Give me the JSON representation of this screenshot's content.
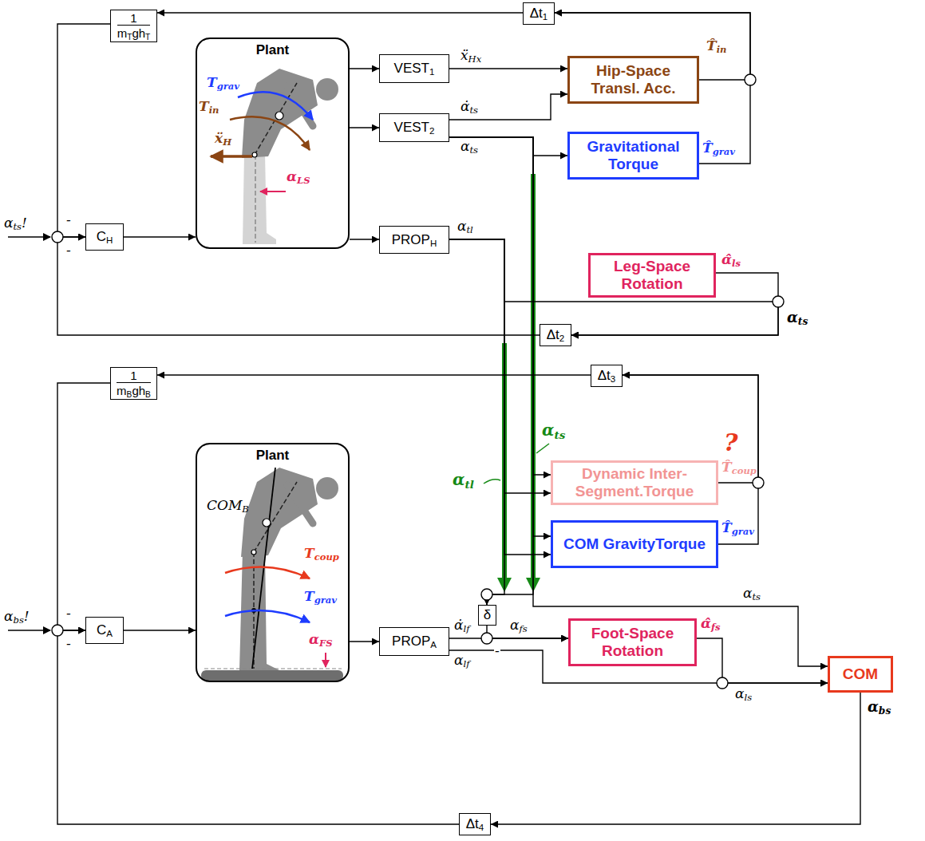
{
  "diagram": {
    "nodes": [
      {
        "text": [
          "1",
          "mTghT"
        ]
      },
      {
        "text": [
          "Δt1"
        ]
      },
      {
        "text": [
          "CH"
        ]
      },
      {
        "text": [
          "Plant"
        ]
      },
      {
        "text": [
          "VEST1"
        ]
      },
      {
        "text": [
          "VEST2"
        ]
      },
      {
        "text": [
          "PROPH"
        ]
      },
      {
        "text": [
          "Hip-Space Transl. Acc."
        ]
      },
      {
        "text": [
          "Gravitational Torque"
        ]
      },
      {
        "text": [
          "Leg-Space Rotation"
        ]
      },
      {
        "text": [
          "Δt2"
        ]
      },
      {
        "text": [
          "1",
          "mBghB"
        ]
      },
      {
        "text": [
          "Δt3"
        ]
      },
      {
        "text": [
          "Dynamic Inter-Segment.Torque"
        ]
      },
      {
        "text": [
          "COM GravityTorque"
        ]
      },
      {
        "text": [
          "δ"
        ]
      },
      {
        "text": [
          "CA"
        ]
      },
      {
        "text": [
          "Plant"
        ]
      },
      {
        "text": [
          "PROPA"
        ]
      },
      {
        "text": [
          "Foot-Space Rotation"
        ]
      },
      {
        "text": [
          "COM"
        ]
      },
      {
        "text": [
          "Δt4"
        ]
      }
    ],
    "edges": [
      {
        "from": 7,
        "to": 1,
        "arrow": "to"
      },
      {
        "from": 8,
        "to": 1,
        "arrow": "to"
      },
      {
        "from": 1,
        "to": 0,
        "arrow": "to"
      },
      {
        "from": 0,
        "to": 2,
        "arrow": "to"
      },
      {
        "from": 2,
        "to": 3,
        "arrow": "to"
      },
      {
        "from": 3,
        "to": 4,
        "arrow": "to"
      },
      {
        "from": 3,
        "to": 5,
        "arrow": "to"
      },
      {
        "from": 3,
        "to": 6,
        "arrow": "to"
      },
      {
        "from": 4,
        "to": 7,
        "arrow": "to"
      },
      {
        "from": 5,
        "to": 7,
        "arrow": "to"
      },
      {
        "from": 5,
        "to": 8,
        "arrow": "to"
      },
      {
        "from": 9,
        "to": 10,
        "arrow": "to"
      },
      {
        "from": 6,
        "to": 10,
        "arrow": "to"
      },
      {
        "from": 10,
        "to": 2,
        "arrow": "to"
      },
      {
        "from": 6,
        "to": 13,
        "arrow": "to"
      },
      {
        "from": 6,
        "to": 14,
        "arrow": "to"
      },
      {
        "from": 6,
        "to": 15,
        "arrow": "to"
      },
      {
        "from": 5,
        "to": 13,
        "arrow": "to"
      },
      {
        "from": 5,
        "to": 14,
        "arrow": "to"
      },
      {
        "from": 5,
        "to": 15,
        "arrow": "to"
      },
      {
        "from": 5,
        "to": 20,
        "arrow": "to"
      },
      {
        "from": 13,
        "to": 12,
        "arrow": "to"
      },
      {
        "from": 14,
        "to": 12,
        "arrow": "to"
      },
      {
        "from": 12,
        "to": 11,
        "arrow": "to"
      },
      {
        "from": 11,
        "to": 16,
        "arrow": "to"
      },
      {
        "from": 16,
        "to": 17,
        "arrow": "to"
      },
      {
        "from": 17,
        "to": 18,
        "arrow": "to"
      },
      {
        "from": 18,
        "to": 19,
        "arrow": "to"
      },
      {
        "from": 15,
        "to": 19,
        "arrow": "to"
      },
      {
        "from": 19,
        "to": 20,
        "arrow": "to"
      },
      {
        "from": 18,
        "to": 20,
        "arrow": "to"
      },
      {
        "from": 20,
        "to": 21,
        "arrow": "to"
      },
      {
        "from": 21,
        "to": 16,
        "arrow": "to"
      }
    ],
    "labels": [
      "αts!",
      "-",
      "-",
      "Tgrav",
      "Tin",
      "ẍH",
      "αLS",
      "ẍHx",
      "α̇ts",
      "αts",
      "αtl",
      "T̂in",
      "T̂grav",
      "α̂ls",
      "αts",
      "αtl",
      "αts",
      "?",
      "T̂coup",
      "T̂grav",
      "αbs!",
      "-",
      "-",
      "COMB",
      "Tcoup",
      "Tgrav",
      "αFS",
      "α̇lf",
      "αlf",
      "-",
      "αfs",
      "α̂fs",
      "αts",
      "αls",
      "αbs"
    ]
  }
}
